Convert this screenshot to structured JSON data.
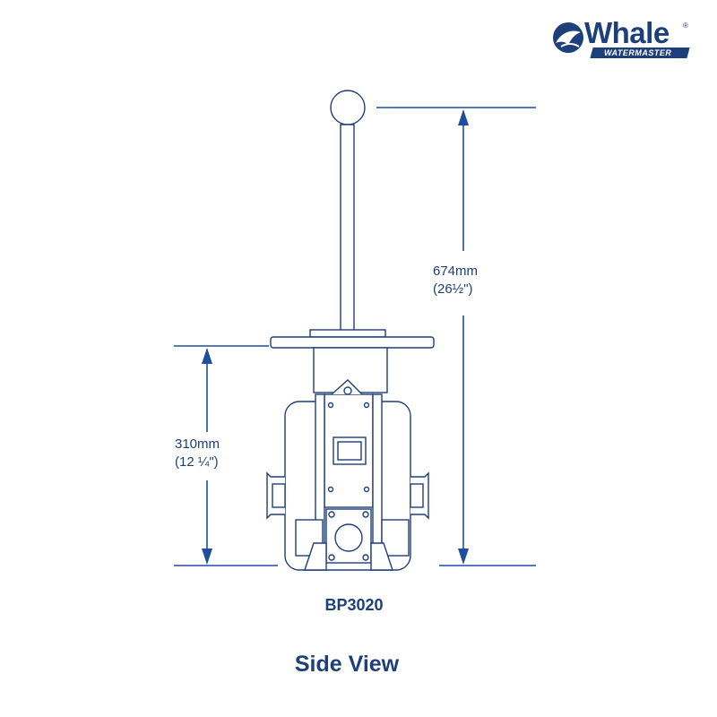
{
  "brand": {
    "name": "Whale",
    "subtitle": "WATERMASTER",
    "trademark": "®",
    "logo_icon": "whale-tail-icon"
  },
  "dimensions": {
    "overall_height_mm": "674mm",
    "overall_height_in": "(26½\")",
    "body_height_mm": "310mm",
    "body_height_in": "(12 ¼\")"
  },
  "model": "BP3020",
  "view_title": "Side View",
  "colors": {
    "line": "#1d3f7a",
    "dimension": "#1d4f9c",
    "background": "#ffffff"
  }
}
